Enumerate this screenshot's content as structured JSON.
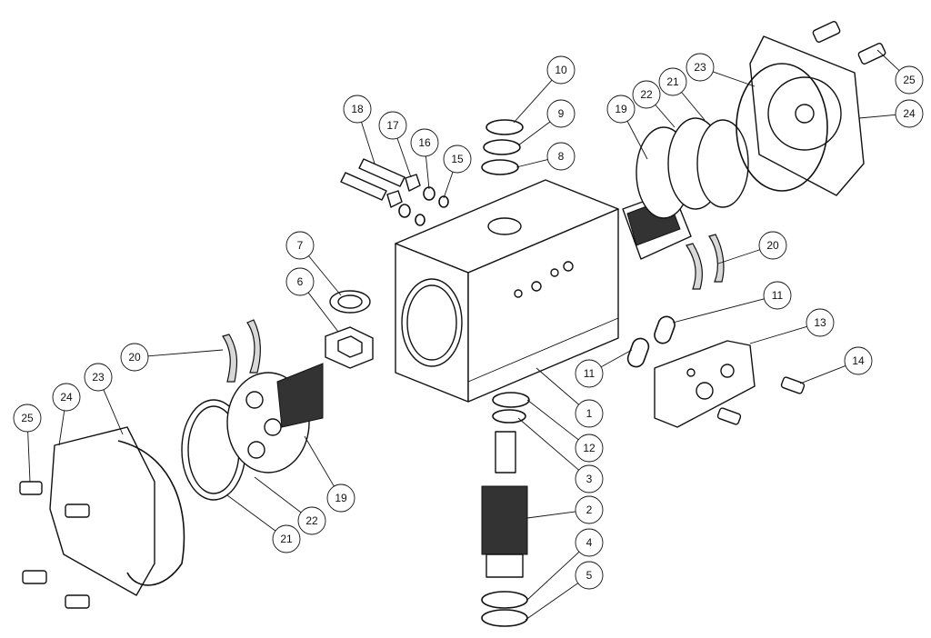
{
  "title": "Pneumatic actuator exploded view",
  "callouts": [
    {
      "id": "c10",
      "label": "10"
    },
    {
      "id": "c9",
      "label": "9"
    },
    {
      "id": "c8",
      "label": "8"
    },
    {
      "id": "c18",
      "label": "18"
    },
    {
      "id": "c17",
      "label": "17"
    },
    {
      "id": "c16",
      "label": "16"
    },
    {
      "id": "c15",
      "label": "15"
    },
    {
      "id": "c7",
      "label": "7"
    },
    {
      "id": "c6",
      "label": "6"
    },
    {
      "id": "c20l",
      "label": "20"
    },
    {
      "id": "c23l",
      "label": "23"
    },
    {
      "id": "c24l",
      "label": "24"
    },
    {
      "id": "c25l",
      "label": "25"
    },
    {
      "id": "c19l",
      "label": "19"
    },
    {
      "id": "c22l",
      "label": "22"
    },
    {
      "id": "c21l",
      "label": "21"
    },
    {
      "id": "c1",
      "label": "1"
    },
    {
      "id": "c12",
      "label": "12"
    },
    {
      "id": "c3",
      "label": "3"
    },
    {
      "id": "c2",
      "label": "2"
    },
    {
      "id": "c4",
      "label": "4"
    },
    {
      "id": "c5",
      "label": "5"
    },
    {
      "id": "c19r",
      "label": "19"
    },
    {
      "id": "c22r",
      "label": "22"
    },
    {
      "id": "c21r",
      "label": "21"
    },
    {
      "id": "c23r",
      "label": "23"
    },
    {
      "id": "c25r",
      "label": "25"
    },
    {
      "id": "c24r",
      "label": "24"
    },
    {
      "id": "c20r",
      "label": "20"
    },
    {
      "id": "c11t",
      "label": "11"
    },
    {
      "id": "c13",
      "label": "13"
    },
    {
      "id": "c11l",
      "label": "11"
    },
    {
      "id": "c14",
      "label": "14"
    }
  ]
}
